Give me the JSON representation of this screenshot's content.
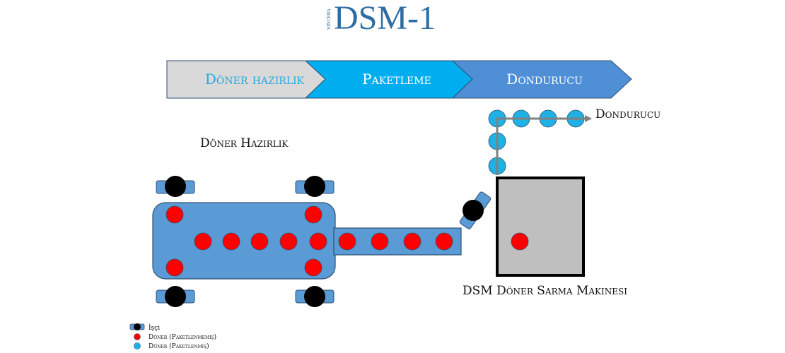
{
  "header": {
    "brand": "SINCERA",
    "title": "DSM-1"
  },
  "process_steps": [
    {
      "label": "Döner hazirlik"
    },
    {
      "label": "Paketleme"
    },
    {
      "label": "Dondurucu"
    }
  ],
  "labels": {
    "doner_prep": "Döner Hazirlik",
    "freezer": "Dondurucu",
    "machine": "DSM Döner Sarma Makinesi"
  },
  "legend": [
    {
      "label": "İşçi",
      "icon": "worker-icon"
    },
    {
      "label": "Döner (Paketlenmemiş)",
      "icon": "red-dot-icon"
    },
    {
      "label": "Döner (Paketlenmiş)",
      "icon": "blue-dot-icon"
    }
  ],
  "colors": {
    "title": "#2e6da4",
    "step1_fill": "#d9d9d9",
    "step1_text": "#2aa7e0",
    "step2_fill": "#00aeef",
    "step3_fill": "#4f8fd6",
    "table": "#5b9bd5",
    "table_stroke": "#2f4f73",
    "red": "#ff0000",
    "blue": "#1fb1e6",
    "machine_fill": "#bfbfbf",
    "arrow": "#808080"
  }
}
